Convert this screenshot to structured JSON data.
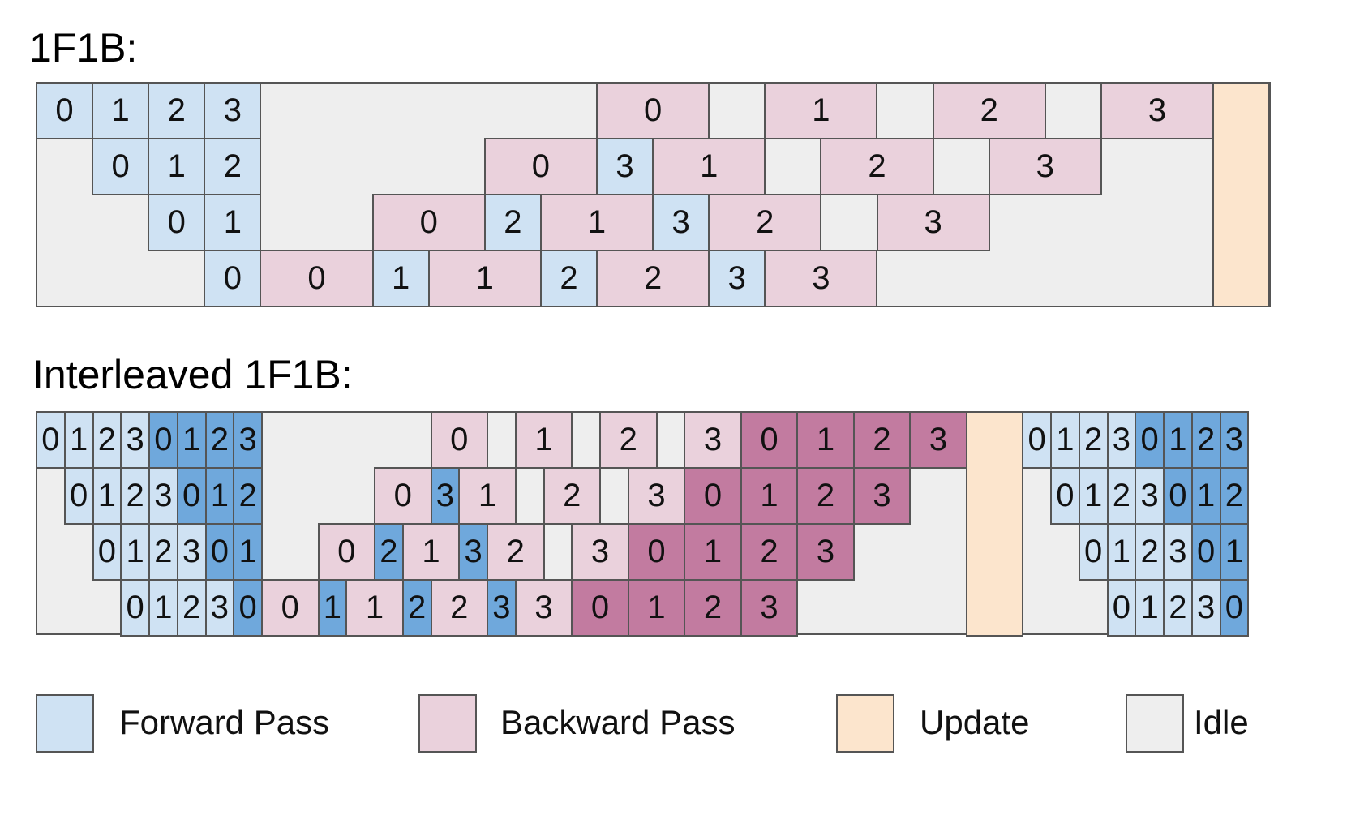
{
  "colors": {
    "forward": "#cfe2f3",
    "forward_chunk2": "#6fa8dc",
    "backward": "#ead1dc",
    "backward_chunk2": "#c27ba0",
    "update": "#fce5cd",
    "idle": "#eeeeee"
  },
  "diagrams": [
    {
      "title": "1F1B:",
      "rows": [
        [
          {
            "type": "forward",
            "label": "0",
            "start": 0,
            "dur": 1
          },
          {
            "type": "forward",
            "label": "1",
            "start": 1,
            "dur": 1
          },
          {
            "type": "forward",
            "label": "2",
            "start": 2,
            "dur": 1
          },
          {
            "type": "forward",
            "label": "3",
            "start": 3,
            "dur": 1
          },
          {
            "type": "backward",
            "label": "0",
            "start": 10,
            "dur": 2
          },
          {
            "type": "backward",
            "label": "1",
            "start": 13,
            "dur": 2
          },
          {
            "type": "backward",
            "label": "2",
            "start": 16,
            "dur": 2
          },
          {
            "type": "backward",
            "label": "3",
            "start": 19,
            "dur": 2
          },
          {
            "type": "update",
            "label": "",
            "start": 21,
            "dur": 1,
            "span": 4
          }
        ],
        [
          {
            "type": "forward",
            "label": "0",
            "start": 1,
            "dur": 1
          },
          {
            "type": "forward",
            "label": "1",
            "start": 2,
            "dur": 1
          },
          {
            "type": "forward",
            "label": "2",
            "start": 3,
            "dur": 1
          },
          {
            "type": "backward",
            "label": "0",
            "start": 8,
            "dur": 2
          },
          {
            "type": "forward",
            "label": "3",
            "start": 10,
            "dur": 1
          },
          {
            "type": "backward",
            "label": "1",
            "start": 11,
            "dur": 2
          },
          {
            "type": "backward",
            "label": "2",
            "start": 14,
            "dur": 2
          },
          {
            "type": "backward",
            "label": "3",
            "start": 17,
            "dur": 2
          }
        ],
        [
          {
            "type": "forward",
            "label": "0",
            "start": 2,
            "dur": 1
          },
          {
            "type": "forward",
            "label": "1",
            "start": 3,
            "dur": 1
          },
          {
            "type": "backward",
            "label": "0",
            "start": 6,
            "dur": 2
          },
          {
            "type": "forward",
            "label": "2",
            "start": 8,
            "dur": 1
          },
          {
            "type": "backward",
            "label": "1",
            "start": 9,
            "dur": 2
          },
          {
            "type": "forward",
            "label": "3",
            "start": 11,
            "dur": 1
          },
          {
            "type": "backward",
            "label": "2",
            "start": 12,
            "dur": 2
          },
          {
            "type": "backward",
            "label": "3",
            "start": 15,
            "dur": 2
          }
        ],
        [
          {
            "type": "forward",
            "label": "0",
            "start": 3,
            "dur": 1
          },
          {
            "type": "backward",
            "label": "0",
            "start": 4,
            "dur": 2
          },
          {
            "type": "forward",
            "label": "1",
            "start": 6,
            "dur": 1
          },
          {
            "type": "backward",
            "label": "1",
            "start": 7,
            "dur": 2
          },
          {
            "type": "forward",
            "label": "2",
            "start": 9,
            "dur": 1
          },
          {
            "type": "backward",
            "label": "2",
            "start": 10,
            "dur": 2
          },
          {
            "type": "forward",
            "label": "3",
            "start": 12,
            "dur": 1
          },
          {
            "type": "backward",
            "label": "3",
            "start": 13,
            "dur": 2
          }
        ]
      ]
    },
    {
      "title": "Interleaved 1F1B:",
      "rows": [
        [
          {
            "type": "forward",
            "label": "0",
            "start": 0,
            "dur": 1
          },
          {
            "type": "forward",
            "label": "1",
            "start": 1,
            "dur": 1
          },
          {
            "type": "forward",
            "label": "2",
            "start": 2,
            "dur": 1
          },
          {
            "type": "forward",
            "label": "3",
            "start": 3,
            "dur": 1
          },
          {
            "type": "forward_chunk2",
            "label": "0",
            "start": 4,
            "dur": 1
          },
          {
            "type": "forward_chunk2",
            "label": "1",
            "start": 5,
            "dur": 1
          },
          {
            "type": "forward_chunk2",
            "label": "2",
            "start": 6,
            "dur": 1
          },
          {
            "type": "forward_chunk2",
            "label": "3",
            "start": 7,
            "dur": 1
          },
          {
            "type": "backward",
            "label": "0",
            "start": 14,
            "dur": 2
          },
          {
            "type": "backward",
            "label": "1",
            "start": 17,
            "dur": 2
          },
          {
            "type": "backward",
            "label": "2",
            "start": 20,
            "dur": 2
          },
          {
            "type": "backward",
            "label": "3",
            "start": 23,
            "dur": 2
          },
          {
            "type": "backward_chunk2",
            "label": "0",
            "start": 25,
            "dur": 2
          },
          {
            "type": "backward_chunk2",
            "label": "1",
            "start": 27,
            "dur": 2
          },
          {
            "type": "backward_chunk2",
            "label": "2",
            "start": 29,
            "dur": 2
          },
          {
            "type": "backward_chunk2",
            "label": "3",
            "start": 31,
            "dur": 2
          },
          {
            "type": "update",
            "label": "",
            "start": 33,
            "dur": 2,
            "span": 4
          },
          {
            "type": "forward",
            "label": "0",
            "start": 35,
            "dur": 1
          },
          {
            "type": "forward",
            "label": "1",
            "start": 36,
            "dur": 1
          },
          {
            "type": "forward",
            "label": "2",
            "start": 37,
            "dur": 1
          },
          {
            "type": "forward",
            "label": "3",
            "start": 38,
            "dur": 1
          },
          {
            "type": "forward_chunk2",
            "label": "0",
            "start": 39,
            "dur": 1
          },
          {
            "type": "forward_chunk2",
            "label": "1",
            "start": 40,
            "dur": 1
          },
          {
            "type": "forward_chunk2",
            "label": "2",
            "start": 41,
            "dur": 1
          },
          {
            "type": "forward_chunk2",
            "label": "3",
            "start": 42,
            "dur": 1
          }
        ],
        [
          {
            "type": "forward",
            "label": "0",
            "start": 1,
            "dur": 1
          },
          {
            "type": "forward",
            "label": "1",
            "start": 2,
            "dur": 1
          },
          {
            "type": "forward",
            "label": "2",
            "start": 3,
            "dur": 1
          },
          {
            "type": "forward",
            "label": "3",
            "start": 4,
            "dur": 1
          },
          {
            "type": "forward_chunk2",
            "label": "0",
            "start": 5,
            "dur": 1
          },
          {
            "type": "forward_chunk2",
            "label": "1",
            "start": 6,
            "dur": 1
          },
          {
            "type": "forward_chunk2",
            "label": "2",
            "start": 7,
            "dur": 1
          },
          {
            "type": "backward",
            "label": "0",
            "start": 12,
            "dur": 2
          },
          {
            "type": "forward_chunk2",
            "label": "3",
            "start": 14,
            "dur": 1
          },
          {
            "type": "backward",
            "label": "1",
            "start": 15,
            "dur": 2
          },
          {
            "type": "backward",
            "label": "2",
            "start": 18,
            "dur": 2
          },
          {
            "type": "backward",
            "label": "3",
            "start": 21,
            "dur": 2
          },
          {
            "type": "backward_chunk2",
            "label": "0",
            "start": 23,
            "dur": 2
          },
          {
            "type": "backward_chunk2",
            "label": "1",
            "start": 25,
            "dur": 2
          },
          {
            "type": "backward_chunk2",
            "label": "2",
            "start": 27,
            "dur": 2
          },
          {
            "type": "backward_chunk2",
            "label": "3",
            "start": 29,
            "dur": 2
          },
          {
            "type": "forward",
            "label": "0",
            "start": 36,
            "dur": 1
          },
          {
            "type": "forward",
            "label": "1",
            "start": 37,
            "dur": 1
          },
          {
            "type": "forward",
            "label": "2",
            "start": 38,
            "dur": 1
          },
          {
            "type": "forward",
            "label": "3",
            "start": 39,
            "dur": 1
          },
          {
            "type": "forward_chunk2",
            "label": "0",
            "start": 40,
            "dur": 1
          },
          {
            "type": "forward_chunk2",
            "label": "1",
            "start": 41,
            "dur": 1
          },
          {
            "type": "forward_chunk2",
            "label": "2",
            "start": 42,
            "dur": 1
          }
        ],
        [
          {
            "type": "forward",
            "label": "0",
            "start": 2,
            "dur": 1
          },
          {
            "type": "forward",
            "label": "1",
            "start": 3,
            "dur": 1
          },
          {
            "type": "forward",
            "label": "2",
            "start": 4,
            "dur": 1
          },
          {
            "type": "forward",
            "label": "3",
            "start": 5,
            "dur": 1
          },
          {
            "type": "forward_chunk2",
            "label": "0",
            "start": 6,
            "dur": 1
          },
          {
            "type": "forward_chunk2",
            "label": "1",
            "start": 7,
            "dur": 1
          },
          {
            "type": "backward",
            "label": "0",
            "start": 10,
            "dur": 2
          },
          {
            "type": "forward_chunk2",
            "label": "2",
            "start": 12,
            "dur": 1
          },
          {
            "type": "backward",
            "label": "1",
            "start": 13,
            "dur": 2
          },
          {
            "type": "forward_chunk2",
            "label": "3",
            "start": 15,
            "dur": 1
          },
          {
            "type": "backward",
            "label": "2",
            "start": 16,
            "dur": 2
          },
          {
            "type": "backward",
            "label": "3",
            "start": 19,
            "dur": 2
          },
          {
            "type": "backward_chunk2",
            "label": "0",
            "start": 21,
            "dur": 2
          },
          {
            "type": "backward_chunk2",
            "label": "1",
            "start": 23,
            "dur": 2
          },
          {
            "type": "backward_chunk2",
            "label": "2",
            "start": 25,
            "dur": 2
          },
          {
            "type": "backward_chunk2",
            "label": "3",
            "start": 27,
            "dur": 2
          },
          {
            "type": "forward",
            "label": "0",
            "start": 37,
            "dur": 1
          },
          {
            "type": "forward",
            "label": "1",
            "start": 38,
            "dur": 1
          },
          {
            "type": "forward",
            "label": "2",
            "start": 39,
            "dur": 1
          },
          {
            "type": "forward",
            "label": "3",
            "start": 40,
            "dur": 1
          },
          {
            "type": "forward_chunk2",
            "label": "0",
            "start": 41,
            "dur": 1
          },
          {
            "type": "forward_chunk2",
            "label": "1",
            "start": 42,
            "dur": 1
          }
        ],
        [
          {
            "type": "forward",
            "label": "0",
            "start": 3,
            "dur": 1
          },
          {
            "type": "forward",
            "label": "1",
            "start": 4,
            "dur": 1
          },
          {
            "type": "forward",
            "label": "2",
            "start": 5,
            "dur": 1
          },
          {
            "type": "forward",
            "label": "3",
            "start": 6,
            "dur": 1
          },
          {
            "type": "forward_chunk2",
            "label": "0",
            "start": 7,
            "dur": 1
          },
          {
            "type": "backward",
            "label": "0",
            "start": 8,
            "dur": 2
          },
          {
            "type": "forward_chunk2",
            "label": "1",
            "start": 10,
            "dur": 1
          },
          {
            "type": "backward",
            "label": "1",
            "start": 11,
            "dur": 2
          },
          {
            "type": "forward_chunk2",
            "label": "2",
            "start": 13,
            "dur": 1
          },
          {
            "type": "backward",
            "label": "2",
            "start": 14,
            "dur": 2
          },
          {
            "type": "forward_chunk2",
            "label": "3",
            "start": 16,
            "dur": 1
          },
          {
            "type": "backward",
            "label": "3",
            "start": 17,
            "dur": 2
          },
          {
            "type": "backward_chunk2",
            "label": "0",
            "start": 19,
            "dur": 2
          },
          {
            "type": "backward_chunk2",
            "label": "1",
            "start": 21,
            "dur": 2
          },
          {
            "type": "backward_chunk2",
            "label": "2",
            "start": 23,
            "dur": 2
          },
          {
            "type": "backward_chunk2",
            "label": "3",
            "start": 25,
            "dur": 2
          },
          {
            "type": "forward",
            "label": "0",
            "start": 38,
            "dur": 1
          },
          {
            "type": "forward",
            "label": "1",
            "start": 39,
            "dur": 1
          },
          {
            "type": "forward",
            "label": "2",
            "start": 40,
            "dur": 1
          },
          {
            "type": "forward",
            "label": "3",
            "start": 41,
            "dur": 1
          },
          {
            "type": "forward_chunk2",
            "label": "0",
            "start": 42,
            "dur": 1
          }
        ]
      ]
    }
  ],
  "legend": [
    {
      "type": "forward",
      "label": "Forward Pass"
    },
    {
      "type": "backward",
      "label": "Backward Pass"
    },
    {
      "type": "update",
      "label": "Update"
    },
    {
      "type": "idle",
      "label": "Idle"
    }
  ]
}
